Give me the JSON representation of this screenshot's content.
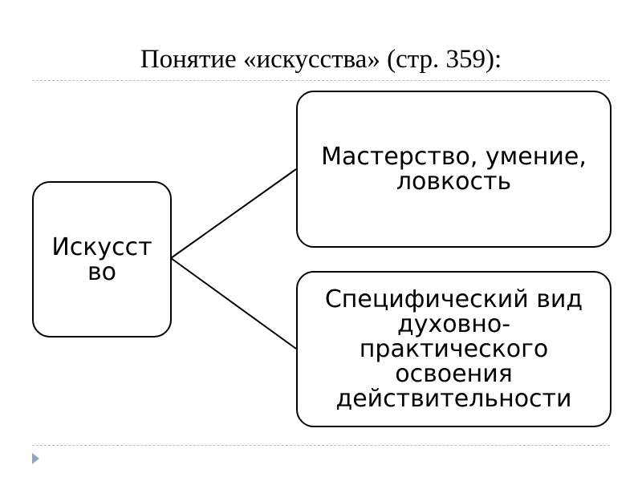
{
  "title": "Понятие «искусства» (стр. 359):",
  "diagram": {
    "root": "Искусст во",
    "branches": [
      "Мастерство, умение, ловкость",
      "Специфический вид духовно-практического освоения действительности"
    ]
  }
}
